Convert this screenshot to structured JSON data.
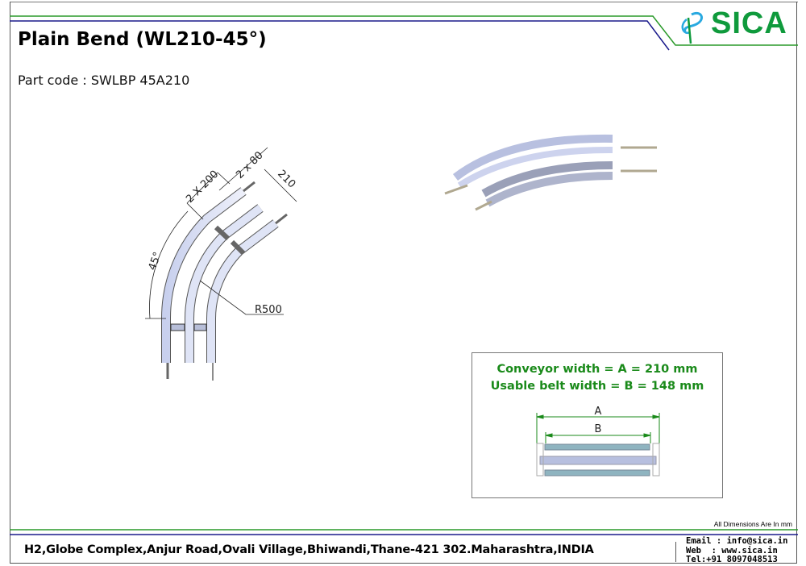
{
  "header": {
    "title": "Plain Bend (WL210-45°)",
    "part_code": "Part code : SWLBP 45A210",
    "logo_text": "SICA"
  },
  "drawing": {
    "dim_2x200": "2 X 200",
    "dim_2x80": "2 x 80",
    "dim_210": "210",
    "angle": "45°",
    "radius": "R500"
  },
  "info_box": {
    "conveyor_width": "Conveyor width = A = 210 mm",
    "belt_width": "Usable belt width = B = 148 mm",
    "label_a": "A",
    "label_b": "B"
  },
  "footer": {
    "dimensions_note": "All Dimensions Are In mm",
    "address": "H2,Globe Complex,Anjur Road,Ovali Village,Bhiwandi,Thane-421 302.Maharashtra,INDIA",
    "email": "Email : info@sica.in",
    "web": "Web  : www.sica.in",
    "tel": "Tel:+91 8097048513"
  },
  "colors": {
    "green": "#1a8a1a",
    "blue": "#1a1a8c",
    "logo_green": "#0f9a3c"
  }
}
